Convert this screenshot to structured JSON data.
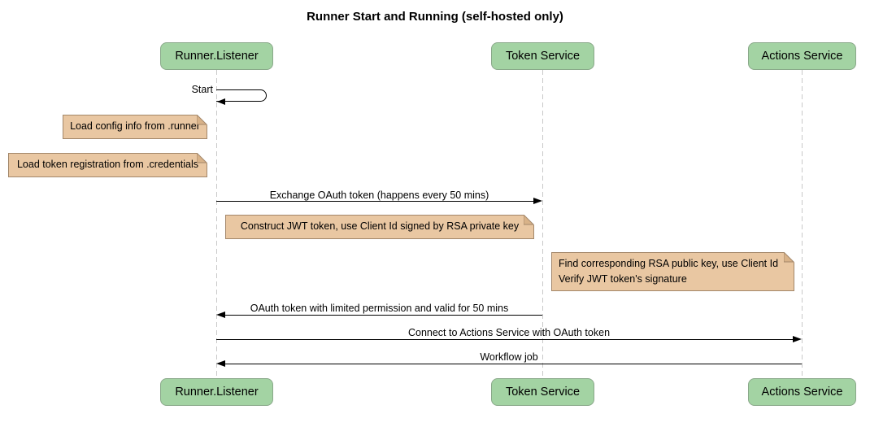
{
  "title": "Runner Start and Running (self-hosted only)",
  "participants": [
    {
      "label": "Runner.Listener"
    },
    {
      "label": "Token Service"
    },
    {
      "label": "Actions Service"
    }
  ],
  "self_message": {
    "label": "Start",
    "participant": "Runner.Listener"
  },
  "messages": [
    {
      "label": "Exchange OAuth token (happens every 50 mins)",
      "from": "Runner.Listener",
      "to": "Token Service"
    },
    {
      "label": "OAuth token with limited permission and valid for 50 mins",
      "from": "Token Service",
      "to": "Runner.Listener"
    },
    {
      "label": "Connect to Actions Service with OAuth token",
      "from": "Runner.Listener",
      "to": "Actions Service"
    },
    {
      "label": "Workflow job",
      "from": "Actions Service",
      "to": "Runner.Listener"
    }
  ],
  "notes": [
    {
      "lines": [
        "Load config info from .runner"
      ],
      "position": "left of Runner.Listener"
    },
    {
      "lines": [
        "Load token registration from .credentials"
      ],
      "position": "left of Runner.Listener"
    },
    {
      "lines": [
        "Construct JWT token, use Client Id signed by RSA private key"
      ],
      "position": "over Runner.Listener, Token Service"
    },
    {
      "lines": [
        "Find corresponding RSA public key, use Client Id",
        "Verify JWT token's signature"
      ],
      "position": "over Actions Service"
    }
  ],
  "colors": {
    "participant_fill": "#a3d3a3",
    "participant_border": "#89a889",
    "note_fill": "#e9c7a2",
    "note_border": "#a3876a",
    "note_fold": "#d8b288",
    "lifeline": "#c8c8c8",
    "line": "#000000",
    "text": "#000000",
    "background": "#ffffff"
  }
}
